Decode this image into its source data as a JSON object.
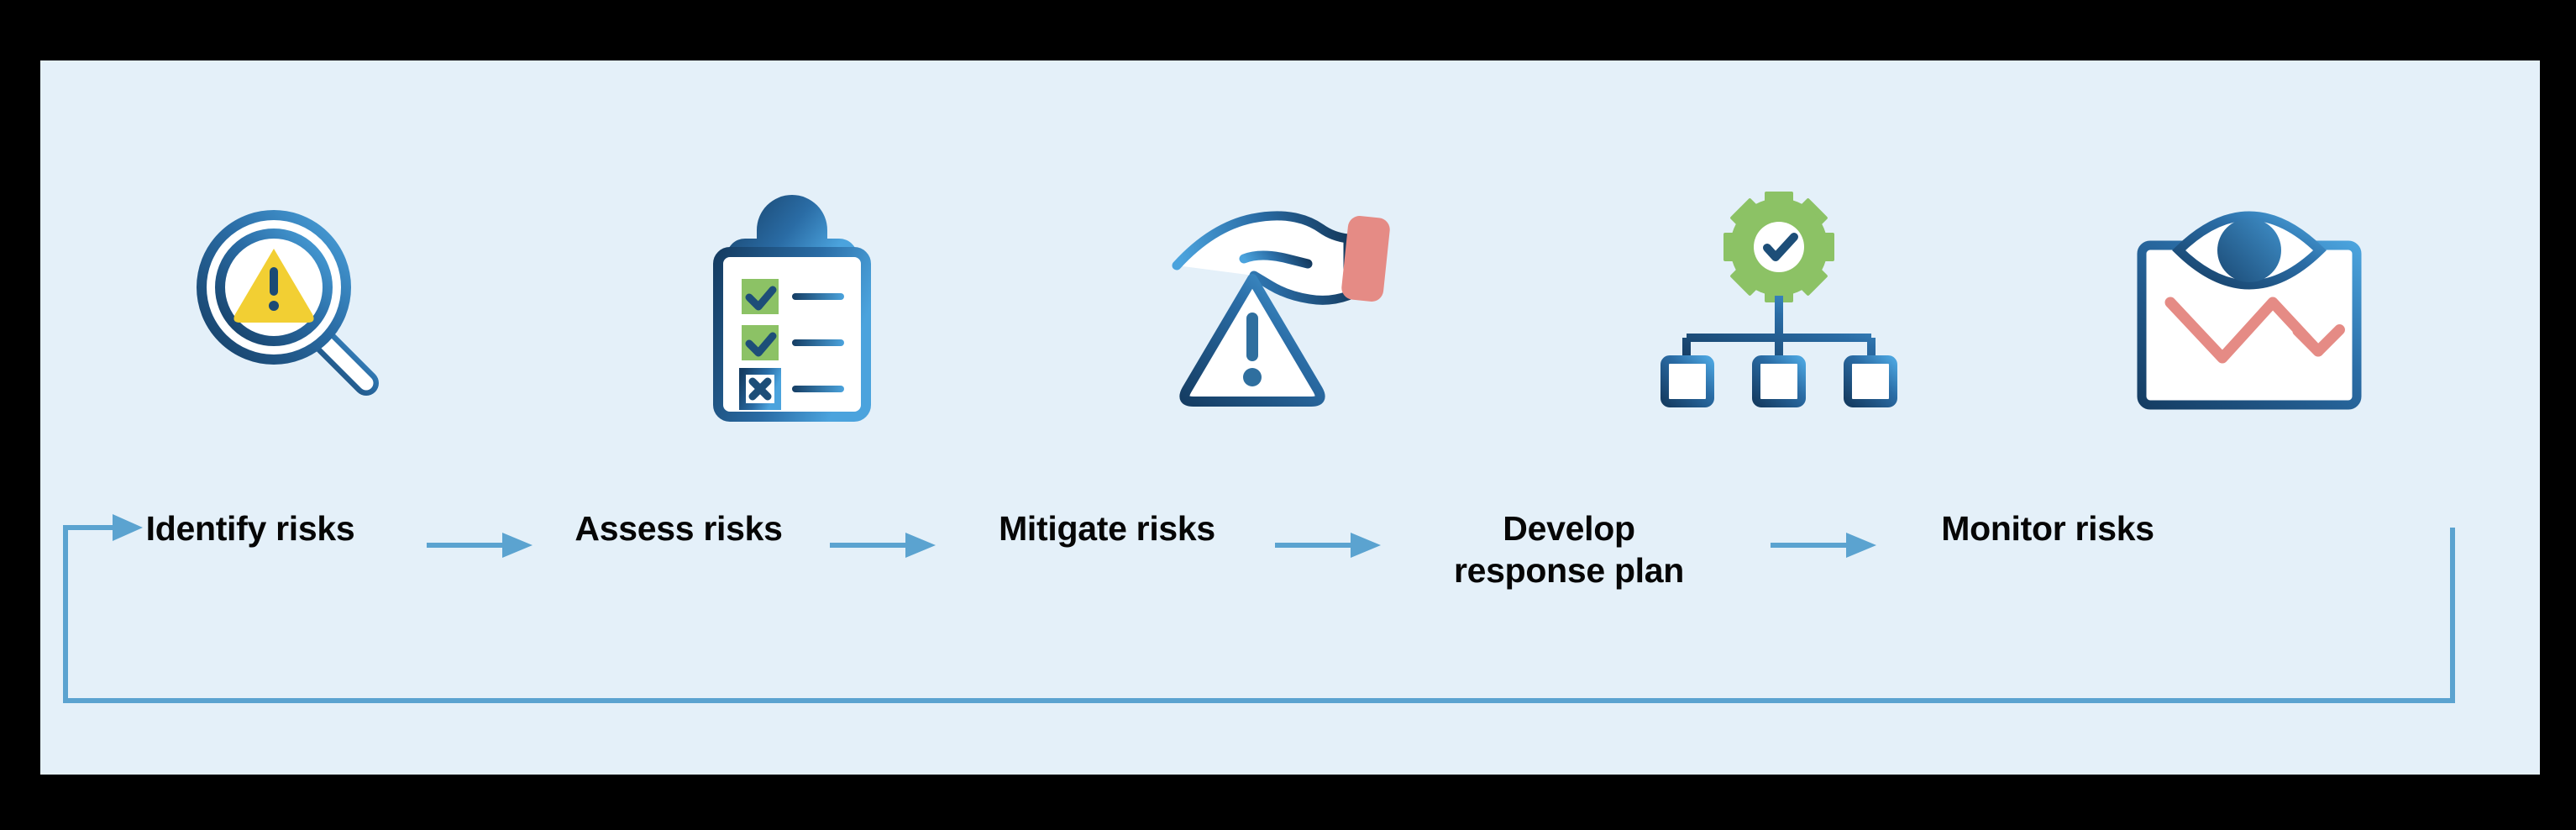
{
  "diagram": {
    "title": "Risk management process cycle",
    "background_color": "#e4f0f9",
    "outer_color": "#000000",
    "accent_arrow_color": "#5ba3d0",
    "label_color": "#060606",
    "palette": {
      "navy": "#1b4a75",
      "blue_dark": "#1d4e78",
      "blue_mid": "#2f7ab5",
      "blue_light": "#4ba3dd",
      "green": "#8dc póst"
    },
    "steps": [
      {
        "index": 1,
        "label": "Identify risks",
        "icon": "magnifier-warning-icon",
        "icon_colors": {
          "ring": "#1b4a75",
          "ring_light": "#4ba3dd",
          "warning": "#f2cf33"
        }
      },
      {
        "index": 2,
        "label": "Assess risks",
        "icon": "clipboard-checklist-icon",
        "icon_colors": {
          "board": "#1d4e78",
          "board_light": "#4ba3dd",
          "check_box": "#8cc265",
          "x_box_border": "#1d4e78"
        },
        "checklist": [
          {
            "state": "checked",
            "mark": "check"
          },
          {
            "state": "checked",
            "mark": "check"
          },
          {
            "state": "unchecked",
            "mark": "x"
          }
        ]
      },
      {
        "index": 3,
        "label": "Mitigate risks",
        "icon": "hand-warning-triangle-icon",
        "icon_colors": {
          "hand": "#1d4e78",
          "hand_light": "#4ba3dd",
          "cuff": "#e58b85"
        }
      },
      {
        "index": 4,
        "label": "Develop\nresponse plan",
        "icon": "gear-hierarchy-icon",
        "icon_colors": {
          "gear": "#8cc265",
          "check": "#1d4e78",
          "nodes": "#1b4a75",
          "nodes_light": "#4ba3dd"
        }
      },
      {
        "index": 5,
        "label": "Monitor risks",
        "icon": "eye-declining-chart-icon",
        "icon_colors": {
          "frame": "#1b4a75",
          "frame_light": "#4ba3dd",
          "pupil": "#1d4e78",
          "trend_arrow": "#e58b85"
        }
      }
    ],
    "arrows": [
      {
        "from": "Identify risks",
        "to": "Assess risks",
        "type": "linear"
      },
      {
        "from": "Assess risks",
        "to": "Mitigate risks",
        "type": "linear"
      },
      {
        "from": "Mitigate risks",
        "to": "Develop response plan",
        "type": "linear"
      },
      {
        "from": "Develop response plan",
        "to": "Monitor risks",
        "type": "linear"
      }
    ],
    "feedback_loop": {
      "from": "Monitor risks",
      "to": "Identify risks",
      "description": "looping arrow returning from the last step back to the first step",
      "color": "#5ba3d0"
    }
  }
}
